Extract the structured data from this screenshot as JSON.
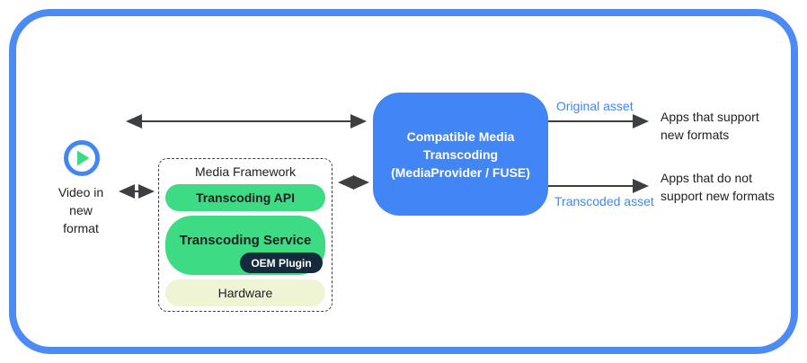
{
  "diagram": {
    "source": {
      "icon": "play-icon",
      "label": "Video in\nnew\nformat"
    },
    "media_framework": {
      "title": "Media Framework",
      "layers": [
        {
          "label": "Transcoding API"
        },
        {
          "label": "Transcoding Service",
          "plugin_label": "OEM Plugin"
        },
        {
          "label": "Hardware"
        }
      ]
    },
    "transcoding_box": {
      "label": "Compatible Media\nTranscoding\n(MediaProvider / FUSE)"
    },
    "outputs": [
      {
        "asset_label": "Original asset",
        "target_label": "Apps that support\nnew formats"
      },
      {
        "asset_label": "Transcoded asset",
        "target_label": "Apps that do not\nsupport new formats"
      }
    ],
    "arrows": [
      {
        "name": "source-to-transcoding",
        "double_headed": true
      },
      {
        "name": "source-to-framework",
        "double_headed": true
      },
      {
        "name": "framework-to-transcoding",
        "double_headed": true
      },
      {
        "name": "transcoding-to-supporting-apps",
        "double_headed": false
      },
      {
        "name": "transcoding-to-non-supporting-apps",
        "double_headed": false
      }
    ]
  },
  "colors": {
    "blue": "#4285F4",
    "frame-blue": "#4C8BF5",
    "green": "#3DDC84",
    "navy": "#152B3D",
    "cream": "#EFF4D4",
    "arrow": "#3C4043",
    "ink": "#202124"
  }
}
